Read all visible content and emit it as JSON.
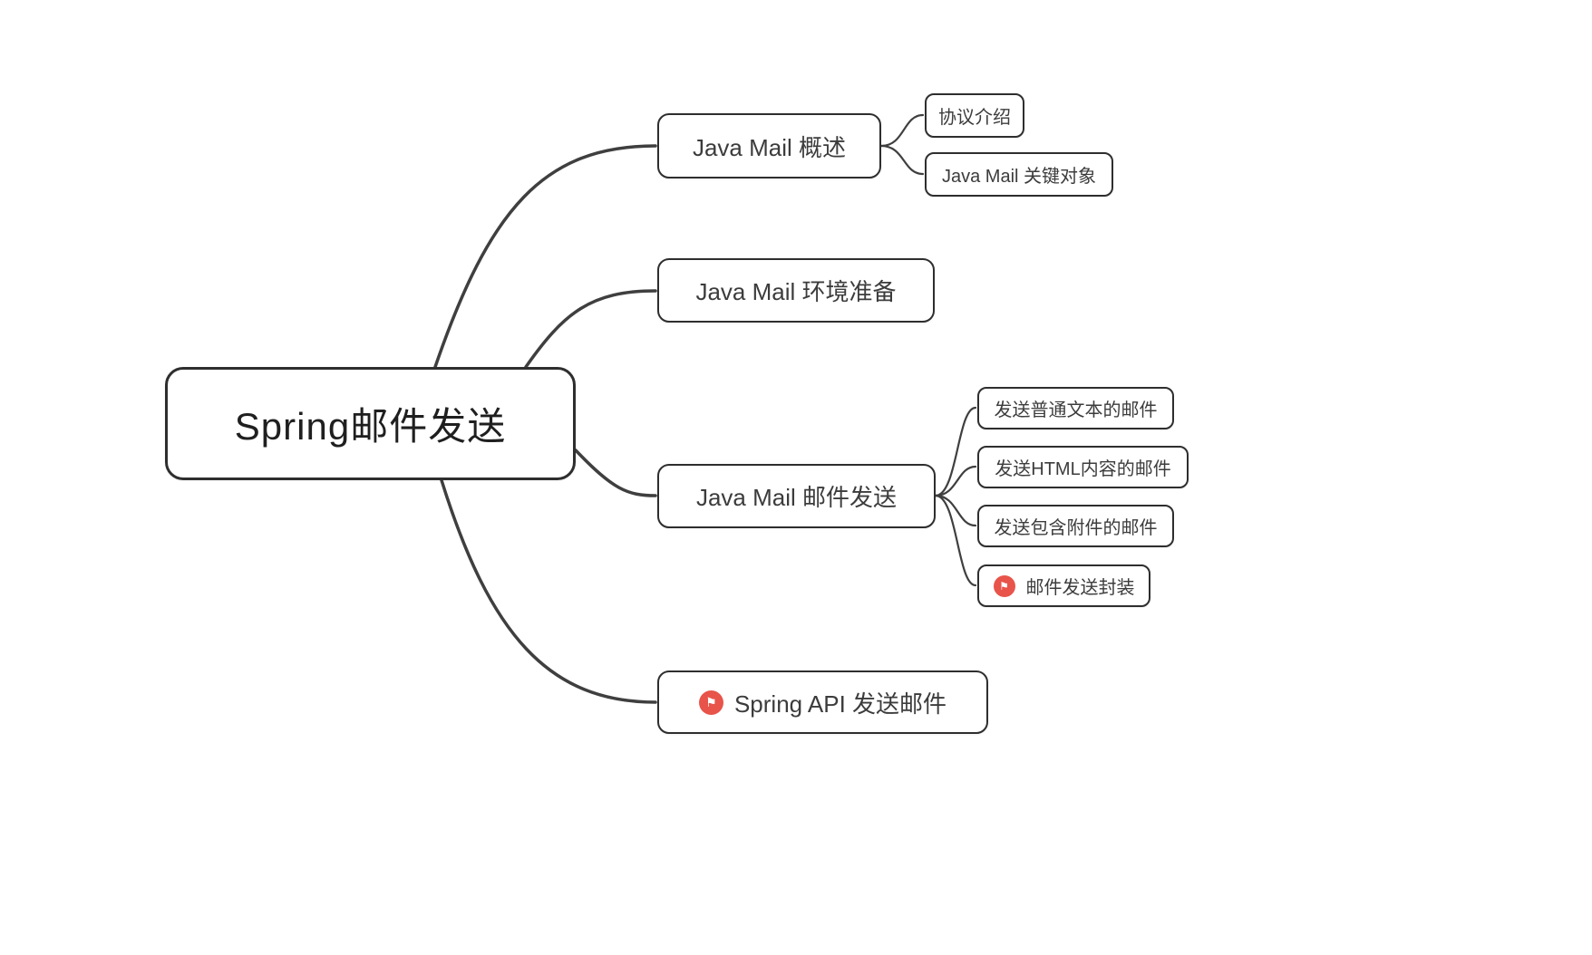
{
  "root": {
    "label": "Spring邮件发送"
  },
  "branches": [
    {
      "label": "Java Mail 概述",
      "children": [
        {
          "label": "协议介绍"
        },
        {
          "label": "Java Mail  关键对象"
        }
      ]
    },
    {
      "label": "Java Mail 环境准备",
      "children": []
    },
    {
      "label": "Java Mail 邮件发送",
      "children": [
        {
          "label": "发送普通文本的邮件"
        },
        {
          "label": "发送HTML内容的邮件"
        },
        {
          "label": "发送包含附件的邮件"
        },
        {
          "label": "邮件发送封装",
          "flag": true
        }
      ]
    },
    {
      "label": "Spring API 发送邮件",
      "flag": true,
      "children": []
    }
  ],
  "icons": {
    "flag": "⚑"
  },
  "colors": {
    "line": "#3f3f3f",
    "node_border": "#2e2e2e",
    "flag_red": "#e8544a",
    "background": "#ffffff",
    "text": "#3c3c3c"
  }
}
